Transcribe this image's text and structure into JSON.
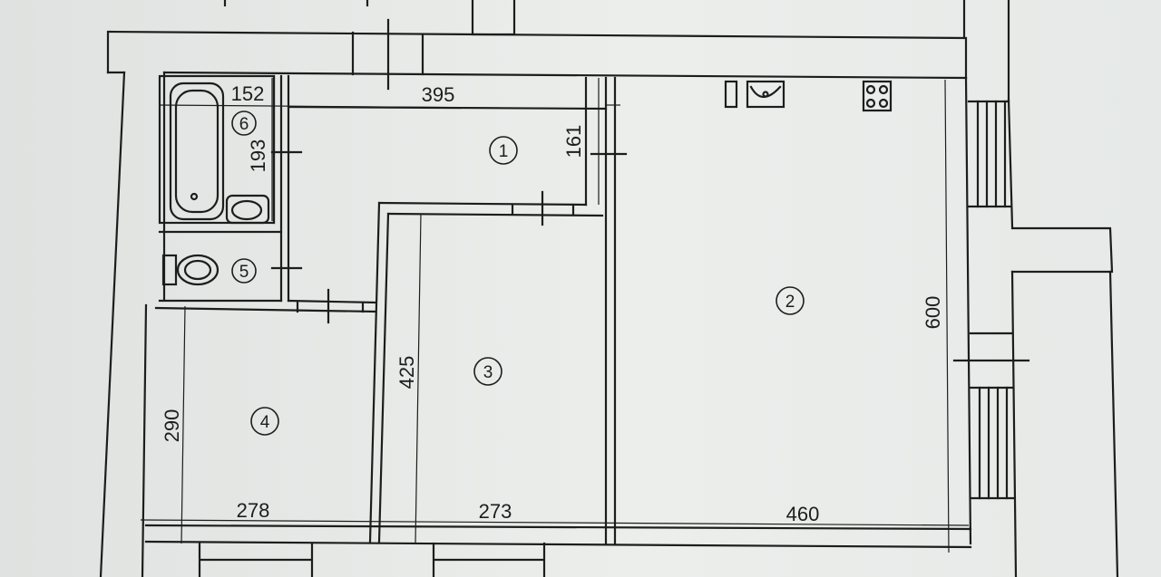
{
  "floor_plan": {
    "rooms": [
      {
        "number": "1"
      },
      {
        "number": "2"
      },
      {
        "number": "3"
      },
      {
        "number": "4"
      },
      {
        "number": "5"
      },
      {
        "number": "6"
      }
    ],
    "dimensions": {
      "d152": "152",
      "d395": "395",
      "d193": "193",
      "d161": "161",
      "d600": "600",
      "d425": "425",
      "d290": "290",
      "d278": "278",
      "d273": "273",
      "d460": "460"
    },
    "colors": {
      "paper": "#e8ebe9",
      "ink": "#1d1d1d",
      "wall_fill": "#f2f3f1"
    }
  }
}
